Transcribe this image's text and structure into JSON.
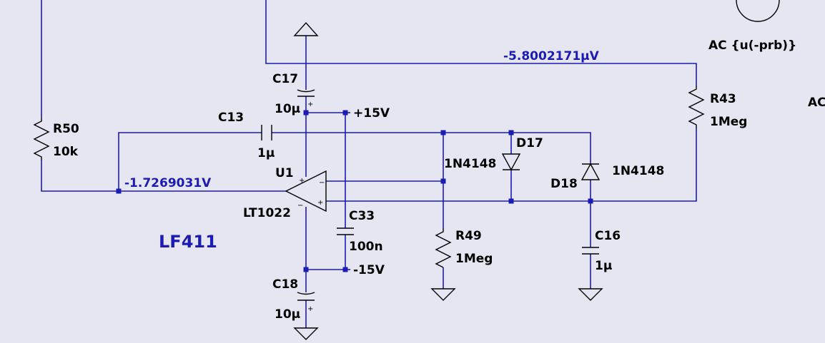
{
  "colors": {
    "background": "#e6e6f2",
    "wire": "#1c1cb4",
    "component": "#000000",
    "netlabel": "#1c1cb4"
  },
  "components": {
    "r50": {
      "ref": "R50",
      "value": "10k"
    },
    "c13": {
      "ref": "C13",
      "value": "1µ"
    },
    "c17": {
      "ref": "C17",
      "value": "10µ"
    },
    "c18": {
      "ref": "C18",
      "value": "10µ"
    },
    "c33": {
      "ref": "C33",
      "value": "100n"
    },
    "u1": {
      "ref": "U1",
      "value": "LT1022"
    },
    "d17": {
      "ref": "D17",
      "value": "1N4148"
    },
    "d18": {
      "ref": "D18",
      "value": "1N4148"
    },
    "r49": {
      "ref": "R49",
      "value": "1Meg"
    },
    "r43": {
      "ref": "R43",
      "value": "1Meg"
    },
    "c16": {
      "ref": "C16",
      "value": "1µ"
    }
  },
  "nets": {
    "pos_supply": "+15V",
    "neg_supply": "-15V",
    "inverting_node_voltage": "-1.7269031V",
    "top_wire_voltage": "-5.8002171µV"
  },
  "annotations": {
    "ac_source": "AC {u(-prb)}",
    "ac_cut": "AC",
    "opamp_note": "LF411"
  },
  "opamp_pins": {
    "plus_top": "+",
    "minus_bottom": "−",
    "plus_in": "+",
    "minus_in": "−"
  },
  "cap_pins": {
    "plus": "+"
  }
}
